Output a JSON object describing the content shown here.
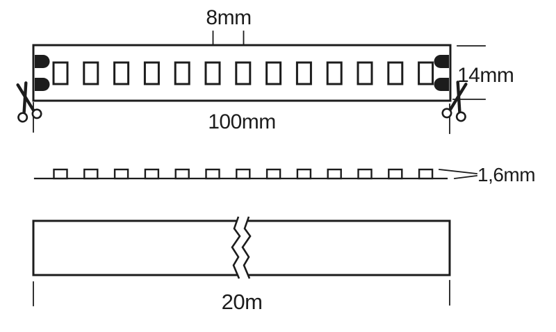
{
  "labels": {
    "led_pitch": "8mm",
    "strip_width": "14mm",
    "cut_segment_length": "100mm",
    "strip_thickness": "1,6mm",
    "total_length": "20m"
  },
  "diagram": {
    "top_view": {
      "led_count": 13,
      "pads_per_end": 2
    },
    "side_view": {
      "chip_count": 13
    },
    "colors": {
      "ink": "#1c1c1c",
      "background": "#ffffff"
    },
    "icons": {
      "cut_marker": "scissors-icon"
    }
  }
}
